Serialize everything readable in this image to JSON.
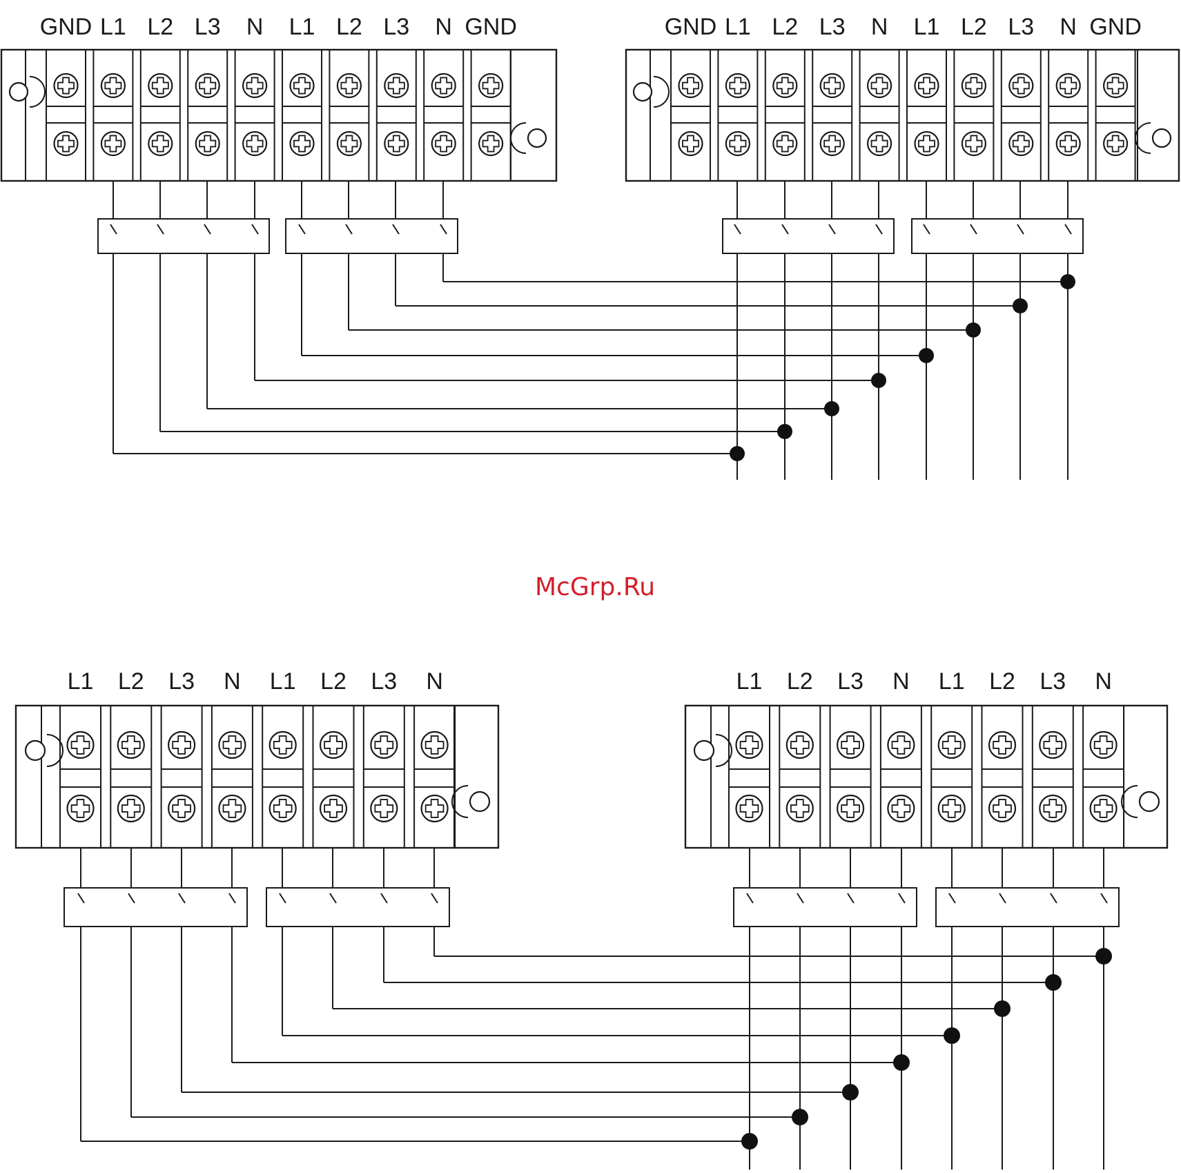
{
  "watermark": "McGrp.Ru",
  "diagrams": [
    {
      "name": "with-ground",
      "left_block_labels": [
        "GND",
        "L1",
        "L2",
        "L3",
        "N",
        "L1",
        "L2",
        "L3",
        "N",
        "GND"
      ],
      "right_block_labels": [
        "GND",
        "L1",
        "L2",
        "L3",
        "N",
        "L1",
        "L2",
        "L3",
        "N",
        "GND"
      ]
    },
    {
      "name": "without-ground",
      "left_block_labels": [
        "L1",
        "L2",
        "L3",
        "N",
        "L1",
        "L2",
        "L3",
        "N"
      ],
      "right_block_labels": [
        "L1",
        "L2",
        "L3",
        "N",
        "L1",
        "L2",
        "L3",
        "N"
      ]
    }
  ],
  "colors": {
    "line": "#1a1a1a",
    "watermark": "#d21f2b"
  }
}
